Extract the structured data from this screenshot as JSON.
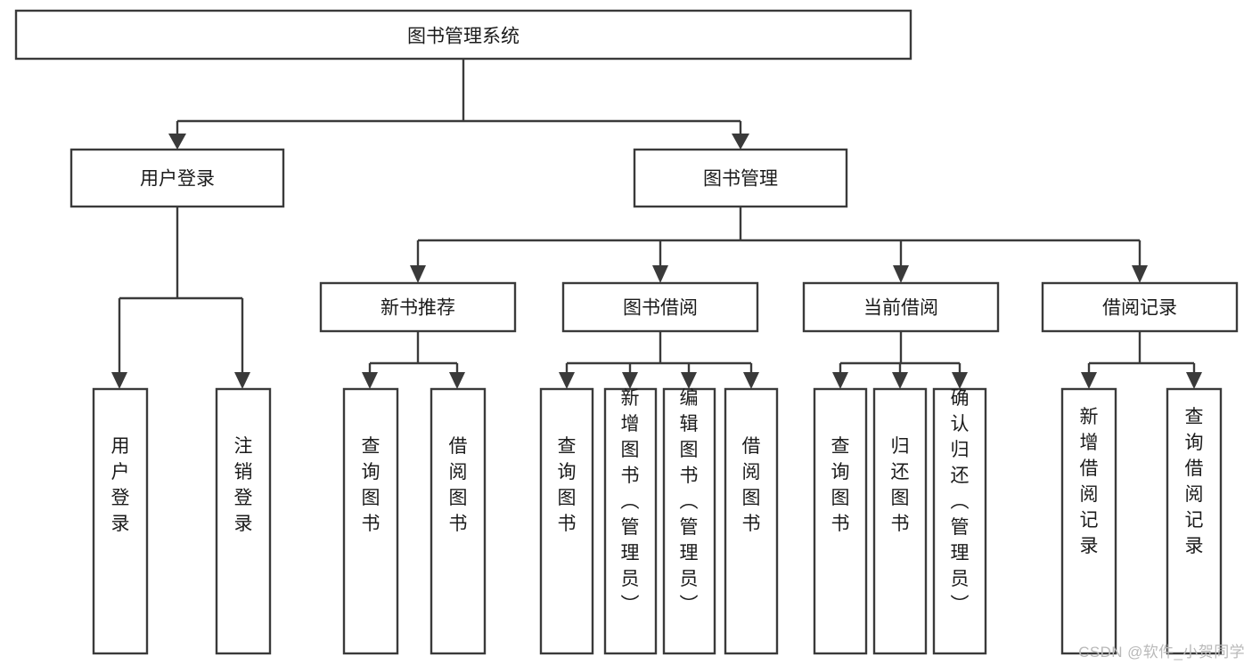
{
  "diagram": {
    "title": "图书管理系统",
    "type": "hierarchy-tree",
    "colors": {
      "box_stroke": "#3a3a3a",
      "box_fill": "#ffffff",
      "connector": "#3a3a3a",
      "text": "#1b1b1b",
      "watermark": "#b9b9b9",
      "background": "#ffffff"
    },
    "levels": {
      "root": {
        "label": "图书管理系统"
      },
      "level2": [
        {
          "label": "用户登录"
        },
        {
          "label": "图书管理"
        }
      ],
      "level3": [
        {
          "label": "新书推荐"
        },
        {
          "label": "图书借阅"
        },
        {
          "label": "当前借阅"
        },
        {
          "label": "借阅记录"
        }
      ],
      "leaves_user_login": [
        {
          "label": "用户登录"
        },
        {
          "label": "注销登录"
        }
      ],
      "leaves_new_book": [
        {
          "label": "查询图书"
        },
        {
          "label": "借阅图书"
        }
      ],
      "leaves_borrow": [
        {
          "label": "查询图书"
        },
        {
          "label": "新增图书（管理员）"
        },
        {
          "label": "编辑图书（管理员）"
        },
        {
          "label": "借阅图书"
        }
      ],
      "leaves_current": [
        {
          "label": "查询图书"
        },
        {
          "label": "归还图书"
        },
        {
          "label": "确认归还（管理员）"
        }
      ],
      "leaves_records": [
        {
          "label": "新增借阅记录"
        },
        {
          "label": "查询借阅记录"
        }
      ]
    },
    "watermark": "CSDN @软件_小贺同学"
  }
}
